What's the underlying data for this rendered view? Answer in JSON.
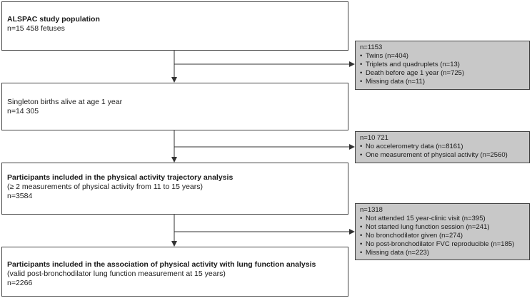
{
  "boxes": {
    "study_population": {
      "title": "ALSPAC study population",
      "count": "n=15 458 fetuses"
    },
    "singleton": {
      "line1": "Singleton births alive at age 1 year",
      "count": "n=14 305"
    },
    "trajectory": {
      "title": "Participants included in the physical activity trajectory analysis",
      "line1": "(≥ 2 measurements of physical activity from 11 to 15 years)",
      "count": "n=3584"
    },
    "association": {
      "title": "Participants included in the association of physical activity with lung function analysis",
      "line1": "(valid post-bronchodilator lung function measurement at 15 years)",
      "count": "n=2266"
    }
  },
  "exclusions": {
    "first": {
      "count": "n=1153",
      "items": [
        "Twins (n=404)",
        "Triplets and quadruplets (n=13)",
        "Death before age 1 year (n=725)",
        "Missing data (n=11)"
      ]
    },
    "second": {
      "count": "n=10 721",
      "items": [
        "No accelerometry data (n=8161)",
        "One measurement of physical activity (n=2560)"
      ]
    },
    "third": {
      "count": "n=1318",
      "items": [
        "Not attended 15 year-clinic visit (n=395)",
        "Not started lung function session (n=241)",
        "No bronchodilator given (n=274)",
        "No post-bronchodilator FVC reproducible (n=185)",
        "Missing data (n=223)"
      ]
    }
  },
  "colors": {
    "exclusion_fill": "#c8c8c8",
    "border": "#444444"
  }
}
